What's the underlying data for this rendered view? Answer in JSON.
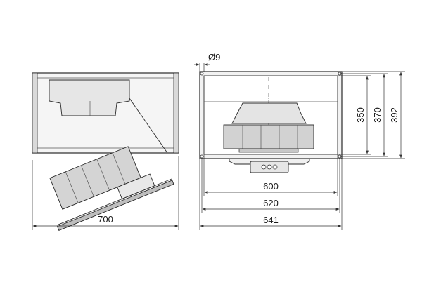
{
  "drawing": {
    "side_view": {
      "length_label": "700"
    },
    "front_view": {
      "hole_label": "Ø9",
      "widths": [
        "600",
        "620",
        "641"
      ],
      "heights": [
        "350",
        "370",
        "392"
      ]
    }
  },
  "colors": {
    "line": "#2a2a2a",
    "fill_light": "#f3f3f3",
    "fill_mid": "#dcdcdc",
    "fill_dark": "#bdbdbd"
  }
}
